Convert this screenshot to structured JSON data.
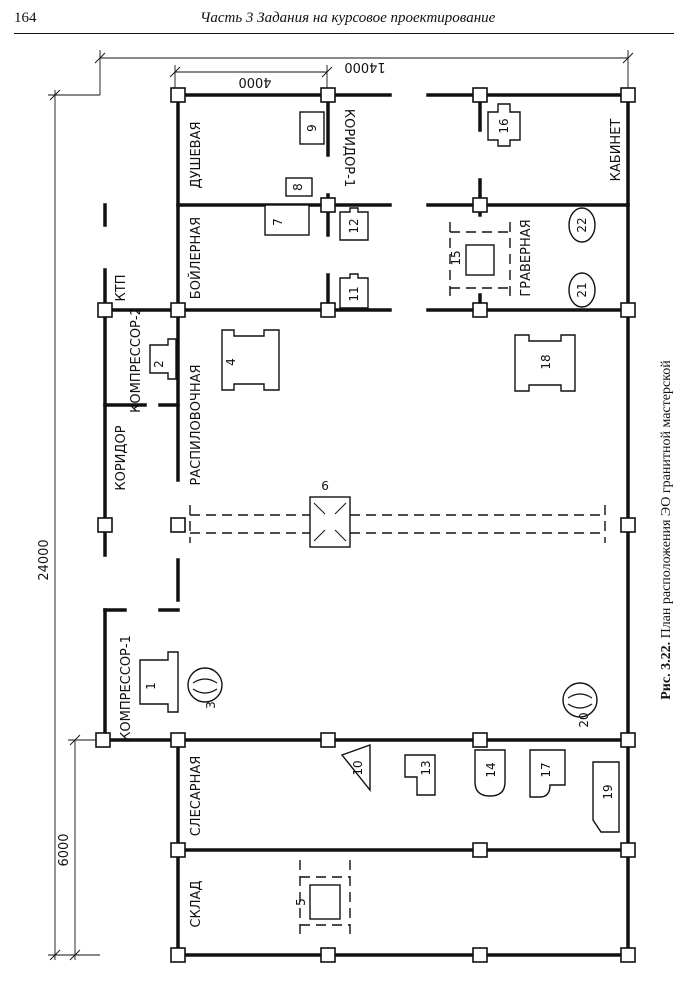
{
  "header": {
    "page_number": "164",
    "running_head": "Часть 3  Задания на курсовое проектирование"
  },
  "figure": {
    "caption_bold": "Рис. 3.22.",
    "caption_text": " План расположения ЭО гранитной мастерской"
  },
  "dimensions": {
    "total_width": "14000",
    "bay": "4000",
    "total_length": "24000",
    "end_bay": "6000"
  },
  "rooms": {
    "dushevaya": "ДУШЕВАЯ",
    "koridor1": "КОРИДОР-1",
    "kabinet": "КАБИНЕТ",
    "boylernaya": "БОЙЛЕРНАЯ",
    "ktp": "КТП",
    "gravernaya": "ГРАВЕРНАЯ",
    "kompressor2": "КОМПРЕССОР-2",
    "raspilovochnaya": "РАСПИЛОВОЧНАЯ",
    "koridor": "КОРИДОР",
    "kompressor1": "КОМПРЕССОР-1",
    "slesarnaya": "СЛЕСАРНАЯ",
    "sklad": "СКЛАД"
  },
  "equipment": [
    "1",
    "2",
    "3",
    "4",
    "5",
    "6",
    "7",
    "8",
    "9",
    "10",
    "11",
    "12",
    "13",
    "14",
    "15",
    "16",
    "17",
    "18",
    "19",
    "20",
    "21",
    "22"
  ]
}
